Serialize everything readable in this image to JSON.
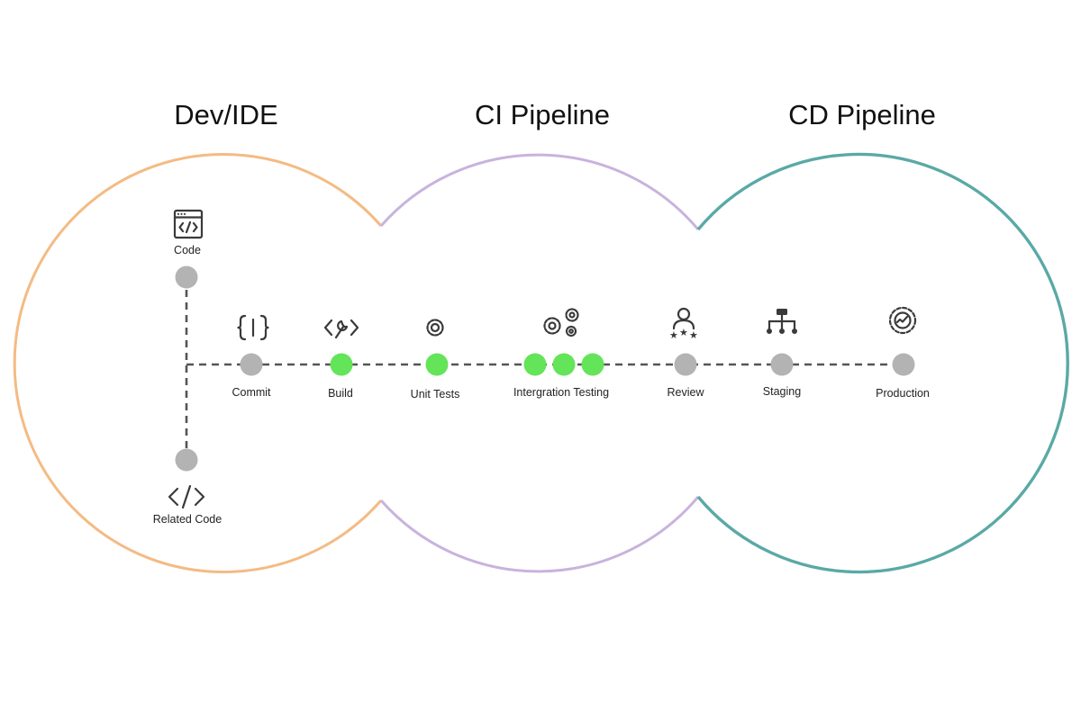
{
  "sections": {
    "dev": {
      "title": "Dev/IDE",
      "color": "#F4BB84"
    },
    "ci": {
      "title": "CI Pipeline",
      "color": "#C8B3DD"
    },
    "cd": {
      "title": "CD Pipeline",
      "color": "#5AA9A6"
    }
  },
  "colors": {
    "done": "#63E459",
    "pending": "#B3B3B3",
    "line": "#555555",
    "icon": "#3A3A3A"
  },
  "stages": {
    "code": {
      "label": "Code",
      "icon": "code-window-icon",
      "status": "pending"
    },
    "related_code": {
      "label": "Related Code",
      "icon": "code-brackets-icon",
      "status": "pending"
    },
    "commit": {
      "label": "Commit",
      "icon": "curly-braces-icon",
      "status": "pending"
    },
    "build": {
      "label": "Build",
      "icon": "wrench-code-icon",
      "status": "done"
    },
    "unit_tests": {
      "label": "Unit Tests",
      "icon": "gear-icon",
      "status": "done"
    },
    "integration_testing": {
      "label": "Intergration Testing",
      "icon": "gears-icon",
      "status": "done",
      "node_count": 3
    },
    "review": {
      "label": "Review",
      "icon": "user-stars-icon",
      "status": "pending"
    },
    "staging": {
      "label": "Staging",
      "icon": "hierarchy-icon",
      "status": "pending"
    },
    "production": {
      "label": "Production",
      "icon": "gear-chart-icon",
      "status": "pending"
    }
  }
}
